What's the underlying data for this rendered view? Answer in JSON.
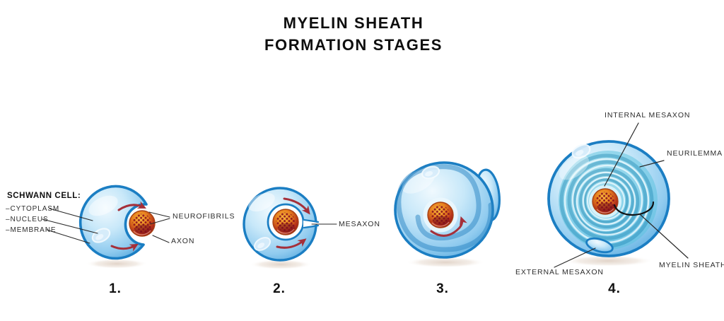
{
  "title": {
    "line1": "MYELIN SHEATH",
    "line2": "FORMATION STAGES"
  },
  "stage_numbers": [
    "1.",
    "2.",
    "3.",
    "4."
  ],
  "labels": {
    "schwann_cell_heading": "SCHWANN CELL:",
    "cytoplasm": "–CYTOPLASM",
    "nucleus": "–NUCLEUS",
    "membrane": "–MEMBRANE",
    "neurofibrils": "NEUROFIBRILS",
    "axon": "AXON",
    "mesaxon": "MESAXON",
    "internal_mesaxon": "INTERNAL MESAXON",
    "neurilemma": "NEURILEMMA",
    "external_mesaxon": "EXTERNAL MESAXON",
    "myelin_sheath": "MYELIN SHEATH"
  },
  "colors": {
    "cell_outline": "#1b7ec3",
    "cell_fill": "#c8e8f9",
    "spiral": "#2b86c4",
    "axon_orange": "#e8821e",
    "axon_dark_red": "#7a0e1e",
    "arrow_red": "#a5303a",
    "label_text": "#2d2d2d",
    "title_text": "#0e0e0e",
    "background": "#ffffff"
  }
}
